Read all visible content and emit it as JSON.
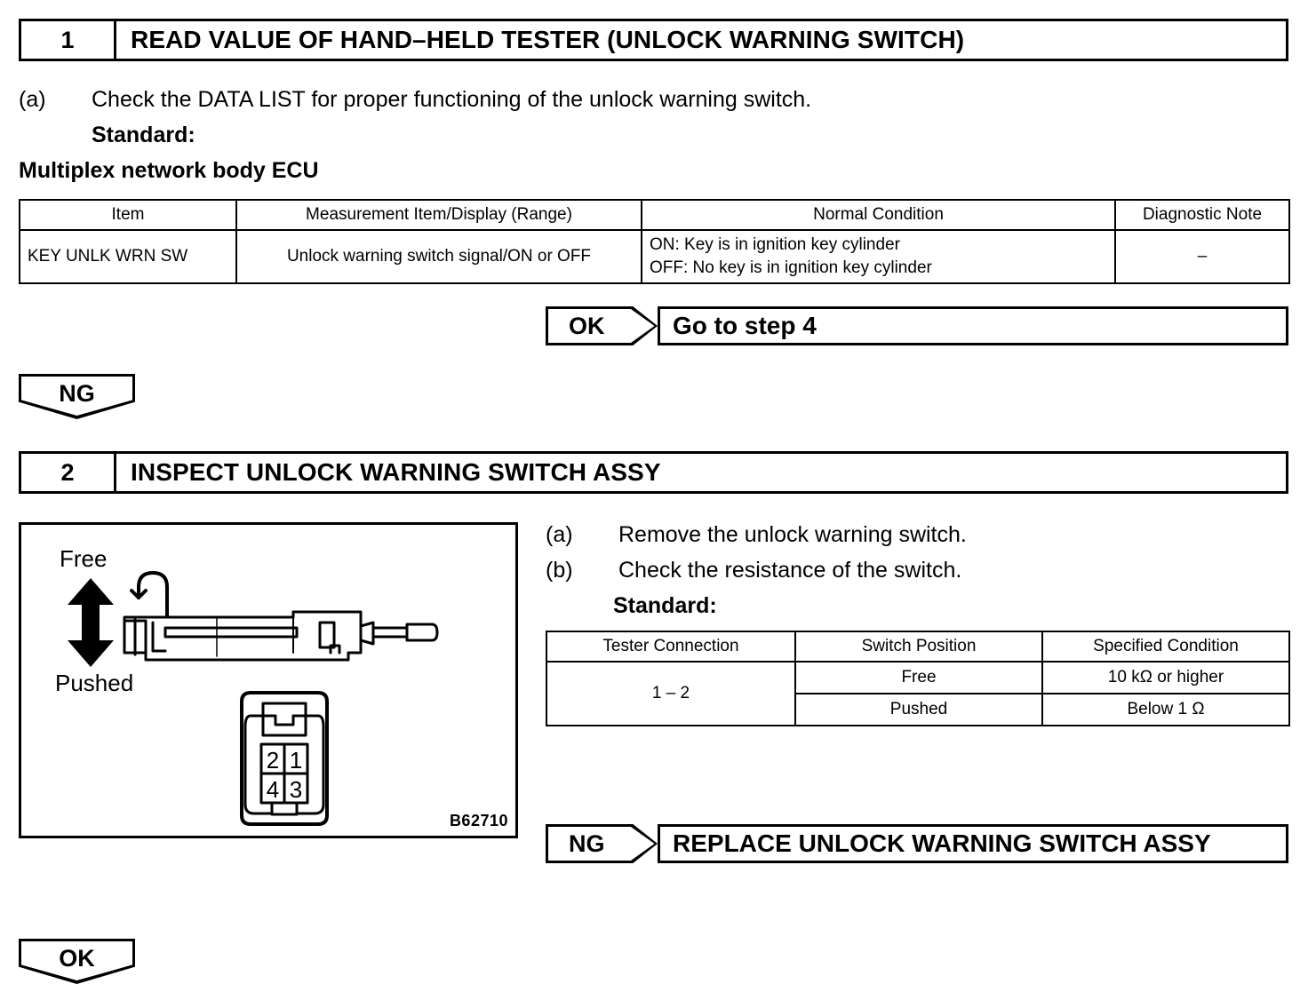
{
  "steps": [
    {
      "number": "1",
      "title": "READ VALUE OF HAND–HELD TESTER (UNLOCK WARNING SWITCH)"
    },
    {
      "number": "2",
      "title": "INSPECT UNLOCK WARNING SWITCH ASSY"
    }
  ],
  "step1": {
    "instruction_label": "(a)",
    "instruction_text": "Check the DATA LIST for proper functioning of the unlock warning switch.",
    "standard_label": "Standard:",
    "table_caption": "Multiplex network body ECU",
    "table": {
      "headers": [
        "Item",
        "Measurement Item/Display (Range)",
        "Normal Condition",
        "Diagnostic Note"
      ],
      "rows": [
        {
          "item": "KEY UNLK WRN SW",
          "measurement": "Unlock warning switch signal/ON or OFF",
          "condition_on": "ON: Key is in ignition key cylinder",
          "condition_off": "OFF: No key is in ignition key cylinder",
          "note": "–"
        }
      ]
    },
    "ok_badge": "OK",
    "ok_result": "Go to step 4",
    "ng_badge": "NG"
  },
  "step2": {
    "instructions": [
      {
        "label": "(a)",
        "text": "Remove the unlock warning switch."
      },
      {
        "label": "(b)",
        "text": "Check the resistance of the switch."
      }
    ],
    "standard_label": "Standard:",
    "table": {
      "headers": [
        "Tester Connection",
        "Switch Position",
        "Specified Condition"
      ],
      "tester_connection": "1 – 2",
      "rows": [
        {
          "position": "Free",
          "condition": "10 kΩ or higher"
        },
        {
          "position": "Pushed",
          "condition": "Below 1 Ω"
        }
      ]
    },
    "illustration": {
      "label_top": "Free",
      "label_bottom": "Pushed",
      "figure_id": "B62710",
      "connector_pins": [
        "2",
        "1",
        "4",
        "3"
      ]
    },
    "ng_badge": "NG",
    "ng_result": "REPLACE UNLOCK WARNING SWITCH ASSY",
    "ok_badge": "OK"
  },
  "colors": {
    "ink": "#000000",
    "paper": "#ffffff"
  }
}
